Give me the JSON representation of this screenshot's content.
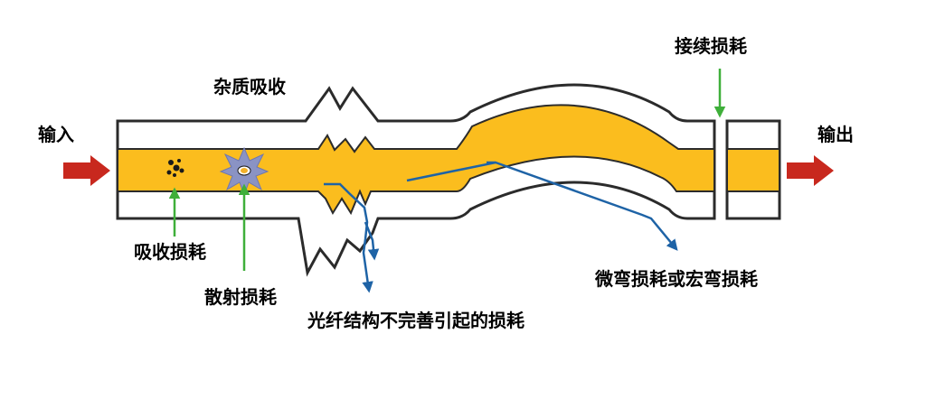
{
  "labels": {
    "input": "输入",
    "output": "输出",
    "impurity_absorption": "杂质吸收",
    "splice_loss": "接续损耗",
    "absorption_loss": "吸收损耗",
    "scattering_loss": "散射损耗",
    "structure_loss": "光纤结构不完善引起的损耗",
    "bend_loss": "微弯损耗或宏弯损耗"
  },
  "colors": {
    "core": "#FBBD1E",
    "cladding": "#FFFFFF",
    "outline": "#2B2B2B",
    "io_arrow": "#C8281E",
    "label_pointer": "#3FAF3A",
    "light_ray": "#1E63A6",
    "scatter_star": "#8A93C4"
  },
  "icons": {
    "absorption": "absorption-particles-icon",
    "scattering": "scattering-star-icon"
  }
}
